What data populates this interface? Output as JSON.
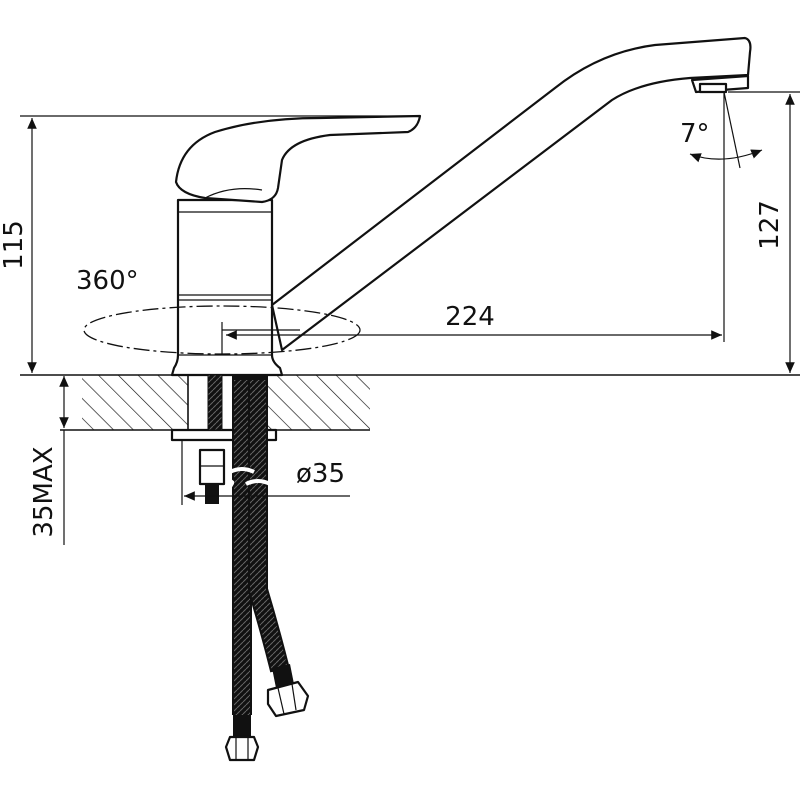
{
  "dimensions": {
    "total_height": "115",
    "swivel_angle": "360°",
    "spout_reach": "224",
    "spout_height": "127",
    "aerator_angle": "7°",
    "mount_hole": "ø35",
    "counter_thickness": "35MAX"
  },
  "colors": {
    "line": "#111111",
    "background": "#ffffff",
    "hatch": "#111111"
  }
}
